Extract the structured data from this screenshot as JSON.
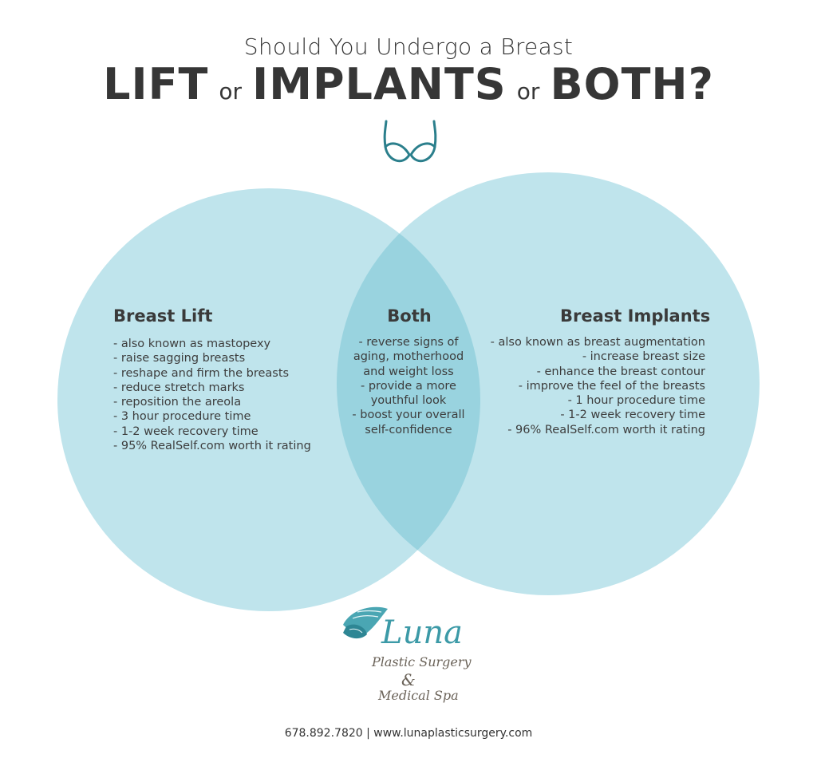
{
  "title": {
    "line1": "Should You Undergo a Breast",
    "lift": "LIFT",
    "or1": "or",
    "implants": "IMPLANTS",
    "or2": "or",
    "both": "BOTH?"
  },
  "colors": {
    "circle": "#bfe4ec",
    "overlap": "#99d3df",
    "icon": "#2b7f8c",
    "logo_accent": "#3c9aa7"
  },
  "icons": {
    "top": "bra-icon",
    "logo": "butterfly-icon"
  },
  "left": {
    "heading": "Breast Lift",
    "items": [
      "- also known as mastopexy",
      "- raise sagging breasts",
      "- reshape and firm the breasts",
      "- reduce stretch marks",
      "- reposition the areola",
      "- 3 hour procedure time",
      "- 1-2 week recovery time",
      "- 95% RealSelf.com worth it rating"
    ]
  },
  "center": {
    "heading": "Both",
    "items": [
      "- reverse signs of",
      "aging, motherhood",
      "and weight loss",
      "- provide a more",
      "youthful look",
      "- boost your overall",
      "self-confidence"
    ]
  },
  "right": {
    "heading": "Breast Implants",
    "items": [
      "- also known as breast augmentation",
      "- increase breast size",
      "- enhance the breast contour",
      "- improve the feel of the breasts",
      "- 1 hour procedure time",
      "- 1-2 week recovery time",
      "- 96% RealSelf.com worth it rating"
    ]
  },
  "logo": {
    "name": "Luna",
    "line2": "Plastic Surgery",
    "amp": "&",
    "line3": "Medical Spa"
  },
  "footer": "678.892.7820 | www.lunaplasticsurgery.com"
}
